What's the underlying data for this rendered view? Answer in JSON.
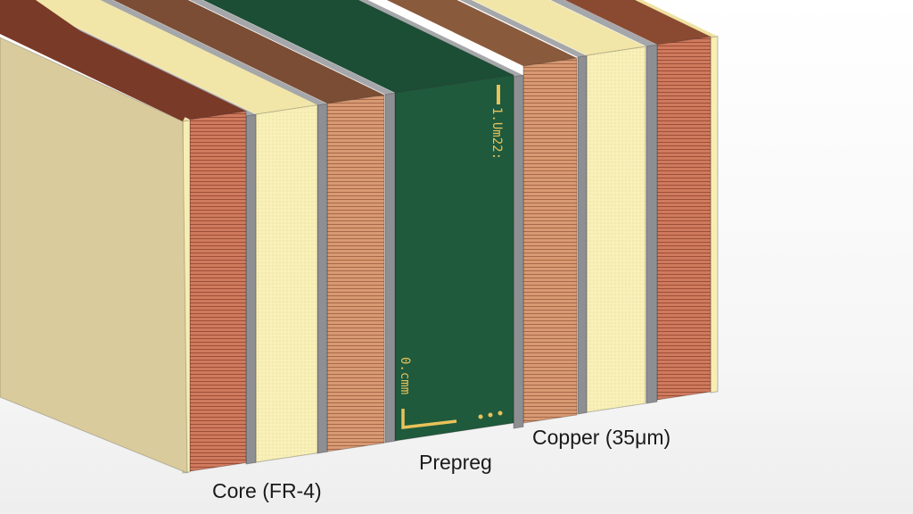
{
  "labels": {
    "core": "Core (FR-4)",
    "prepreg": "Prepreg",
    "copper": "Copper (35μm)"
  },
  "board_marks": {
    "top": "1.Um22:",
    "bottom": "0.cmm"
  },
  "colors": {
    "fr4": "#d9cb9c",
    "copper": "#c8745a",
    "prepreg": "#f6eeb4",
    "separator": "#8e8f93",
    "soldermask": "#1f5a3c",
    "silkscreen": "#e8c25a"
  }
}
